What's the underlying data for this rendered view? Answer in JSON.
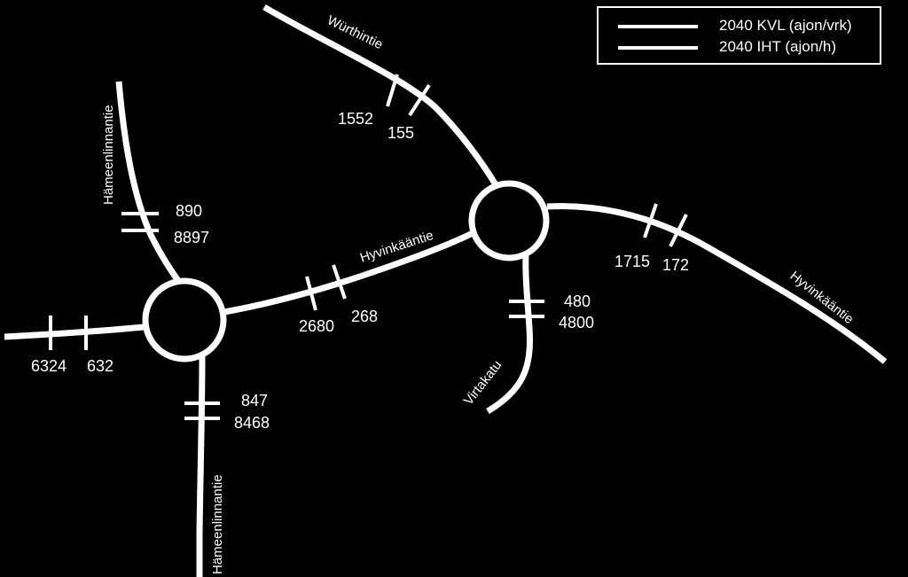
{
  "legend": {
    "kvl_label": "2040 KVL (ajon/vrk)",
    "iht_label": "2040 IHT (ajon/h)",
    "line_color": "#ffffff"
  },
  "roads": {
    "wurthintie": "Würthintie",
    "hameenlinnantie_north": "Hämeenlinnantie",
    "hameenlinnantie_south": "Hämeenlinnantie",
    "hyvinkaantie_middle": "Hyvinkääntie",
    "hyvinkaantie_east": "Hyvinkääntie",
    "virtakatu": "Virtakatu"
  },
  "volumes": {
    "wurthintie_kvl": "1552",
    "wurthintie_iht": "155",
    "hameenlinnantie_north_iht": "890",
    "hameenlinnantie_north_kvl": "8897",
    "hyvinkaantie_middle_kvl": "2680",
    "hyvinkaantie_middle_iht": "268",
    "hyvinkaantie_east_kvl": "1715",
    "hyvinkaantie_east_iht": "172",
    "virtakatu_iht": "480",
    "virtakatu_kvl": "4800",
    "west_kvl": "6324",
    "west_iht": "632",
    "hameenlinnantie_south_iht": "847",
    "hameenlinnantie_south_kvl": "8468"
  },
  "colors": {
    "background": "#000000",
    "roads": "#ffffff"
  }
}
